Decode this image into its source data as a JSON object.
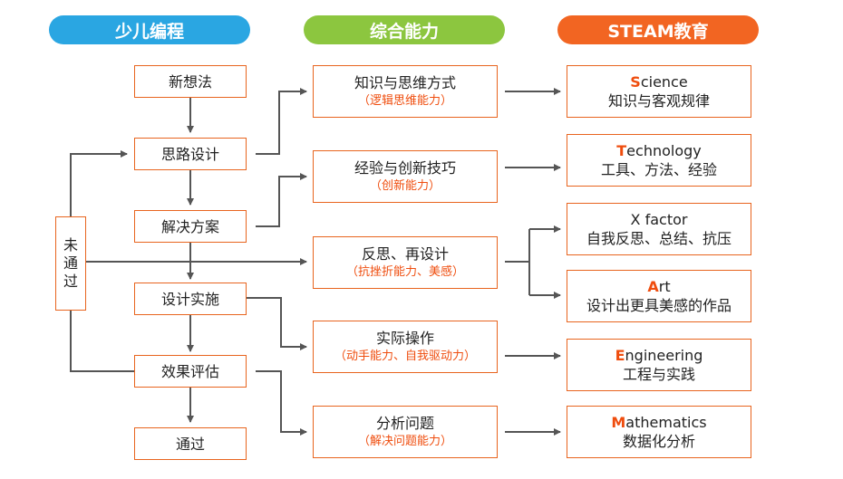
{
  "headers": {
    "left": {
      "label": "少儿编程",
      "color": "#2aa6e2"
    },
    "mid": {
      "label": "综合能力",
      "color": "#8cc63f"
    },
    "right": {
      "label": "STEAM教育",
      "color": "#f26522"
    }
  },
  "left_steps": [
    "新想法",
    "思路设计",
    "解决方案",
    "设计实施",
    "效果评估",
    "通过"
  ],
  "fail_label": [
    "未",
    "通",
    "过"
  ],
  "abilities": [
    {
      "title": "知识与思维方式",
      "sub": "（逻辑思维能力）"
    },
    {
      "title": "经验与创新技巧",
      "sub": "（创新能力）"
    },
    {
      "title": "反思、再设计",
      "sub": "（抗挫折能力、美感）"
    },
    {
      "title": "实际操作",
      "sub": "（动手能力、自我驱动力）"
    },
    {
      "title": "分析问题",
      "sub": "（解决问题能力）"
    }
  ],
  "steam": [
    {
      "first": "S",
      "rest": "cience",
      "desc": "知识与客观规律"
    },
    {
      "first": "T",
      "rest": "echnology",
      "desc": "工具、方法、经验"
    },
    {
      "first": "",
      "rest": "X factor",
      "desc": "自我反思、总结、抗压"
    },
    {
      "first": "A",
      "rest": "rt",
      "desc": "设计出更具美感的作品"
    },
    {
      "first": "E",
      "rest": "ngineering",
      "desc": "工程与实践"
    },
    {
      "first": "M",
      "rest": "athematics",
      "desc": "数据化分析"
    }
  ],
  "colors": {
    "accent": "#ef4d0e",
    "border": "#e8641e",
    "line": "#555555"
  }
}
